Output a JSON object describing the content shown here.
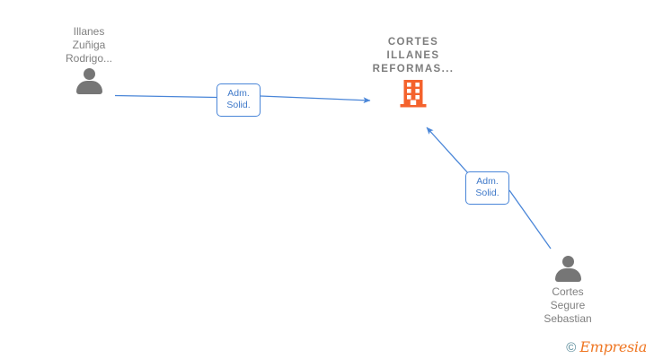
{
  "diagram": {
    "type": "entity-relationship-graph",
    "background_color": "#ffffff",
    "nodes": [
      {
        "id": "person-left",
        "kind": "person",
        "icon": "person-icon",
        "label": "Illanes\nZuñiga\nRodrigo...",
        "label_color": "#808080",
        "label_position": "above"
      },
      {
        "id": "company-center",
        "kind": "company",
        "icon": "building-icon",
        "label": "CORTES\nILLANES\nREFORMAS...",
        "label_color": "#7d7d7d",
        "label_position": "above",
        "icon_color": "#f4622c"
      },
      {
        "id": "person-right",
        "kind": "person",
        "icon": "person-icon",
        "label": "Cortes\nSegure\nSebastian",
        "label_color": "#808080",
        "label_position": "below"
      }
    ],
    "edges": [
      {
        "id": "edge-1",
        "from": "person-left",
        "to": "company-center",
        "label": "Adm.\nSolid.",
        "color": "#4a86d8",
        "arrow": "to"
      },
      {
        "id": "edge-2",
        "from": "person-right",
        "to": "company-center",
        "label": "Adm.\nSolid.",
        "color": "#4a86d8",
        "arrow": "to"
      }
    ]
  },
  "watermark": {
    "copyright_symbol": "©",
    "brand": "Empresia"
  }
}
